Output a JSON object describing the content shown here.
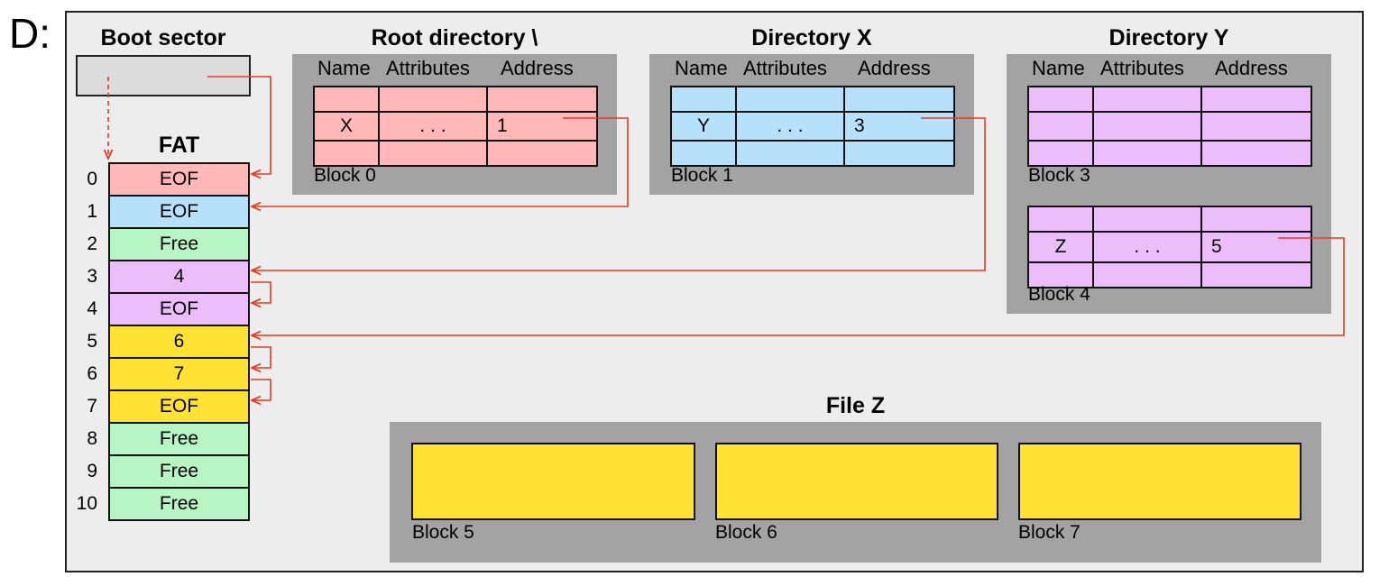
{
  "drive_label": "D:",
  "colors": {
    "frame_bg": "#ededed",
    "panel_bg": "#a3a3a3",
    "root_dir": "#ffb7b7",
    "dir_x": "#b7e0fb",
    "dir_y": "#ebbdfb",
    "free": "#b7f5c5",
    "file_z": "#ffe234",
    "arrow": "#e6391f"
  },
  "boot_sector": {
    "title": "Boot sector"
  },
  "fat": {
    "title": "FAT",
    "rows": [
      {
        "index": "0",
        "value": "EOF",
        "color": "#ffb7b7"
      },
      {
        "index": "1",
        "value": "EOF",
        "color": "#b7e0fb"
      },
      {
        "index": "2",
        "value": "Free",
        "color": "#b7f5c5"
      },
      {
        "index": "3",
        "value": "4",
        "color": "#ebbdfb"
      },
      {
        "index": "4",
        "value": "EOF",
        "color": "#ebbdfb"
      },
      {
        "index": "5",
        "value": "6",
        "color": "#ffe234"
      },
      {
        "index": "6",
        "value": "7",
        "color": "#ffe234"
      },
      {
        "index": "7",
        "value": "EOF",
        "color": "#ffe234"
      },
      {
        "index": "8",
        "value": "Free",
        "color": "#b7f5c5"
      },
      {
        "index": "9",
        "value": "Free",
        "color": "#b7f5c5"
      },
      {
        "index": "10",
        "value": "Free",
        "color": "#b7f5c5"
      }
    ]
  },
  "column_headers": {
    "name": "Name",
    "attributes": "Attributes",
    "address": "Address"
  },
  "root_directory": {
    "title": "Root directory \\",
    "block_label": "Block 0",
    "entry": {
      "name": "X",
      "attributes": ". . .",
      "address": "1"
    }
  },
  "directory_x": {
    "title": "Directory X",
    "block_label": "Block 1",
    "entry": {
      "name": "Y",
      "attributes": ". . .",
      "address": "3"
    }
  },
  "directory_y": {
    "title": "Directory Y",
    "block3_label": "Block 3",
    "block4_label": "Block 4",
    "entry": {
      "name": "Z",
      "attributes": ". . .",
      "address": "5"
    }
  },
  "file_z": {
    "title": "File Z",
    "blocks": [
      "Block 5",
      "Block 6",
      "Block 7"
    ]
  }
}
